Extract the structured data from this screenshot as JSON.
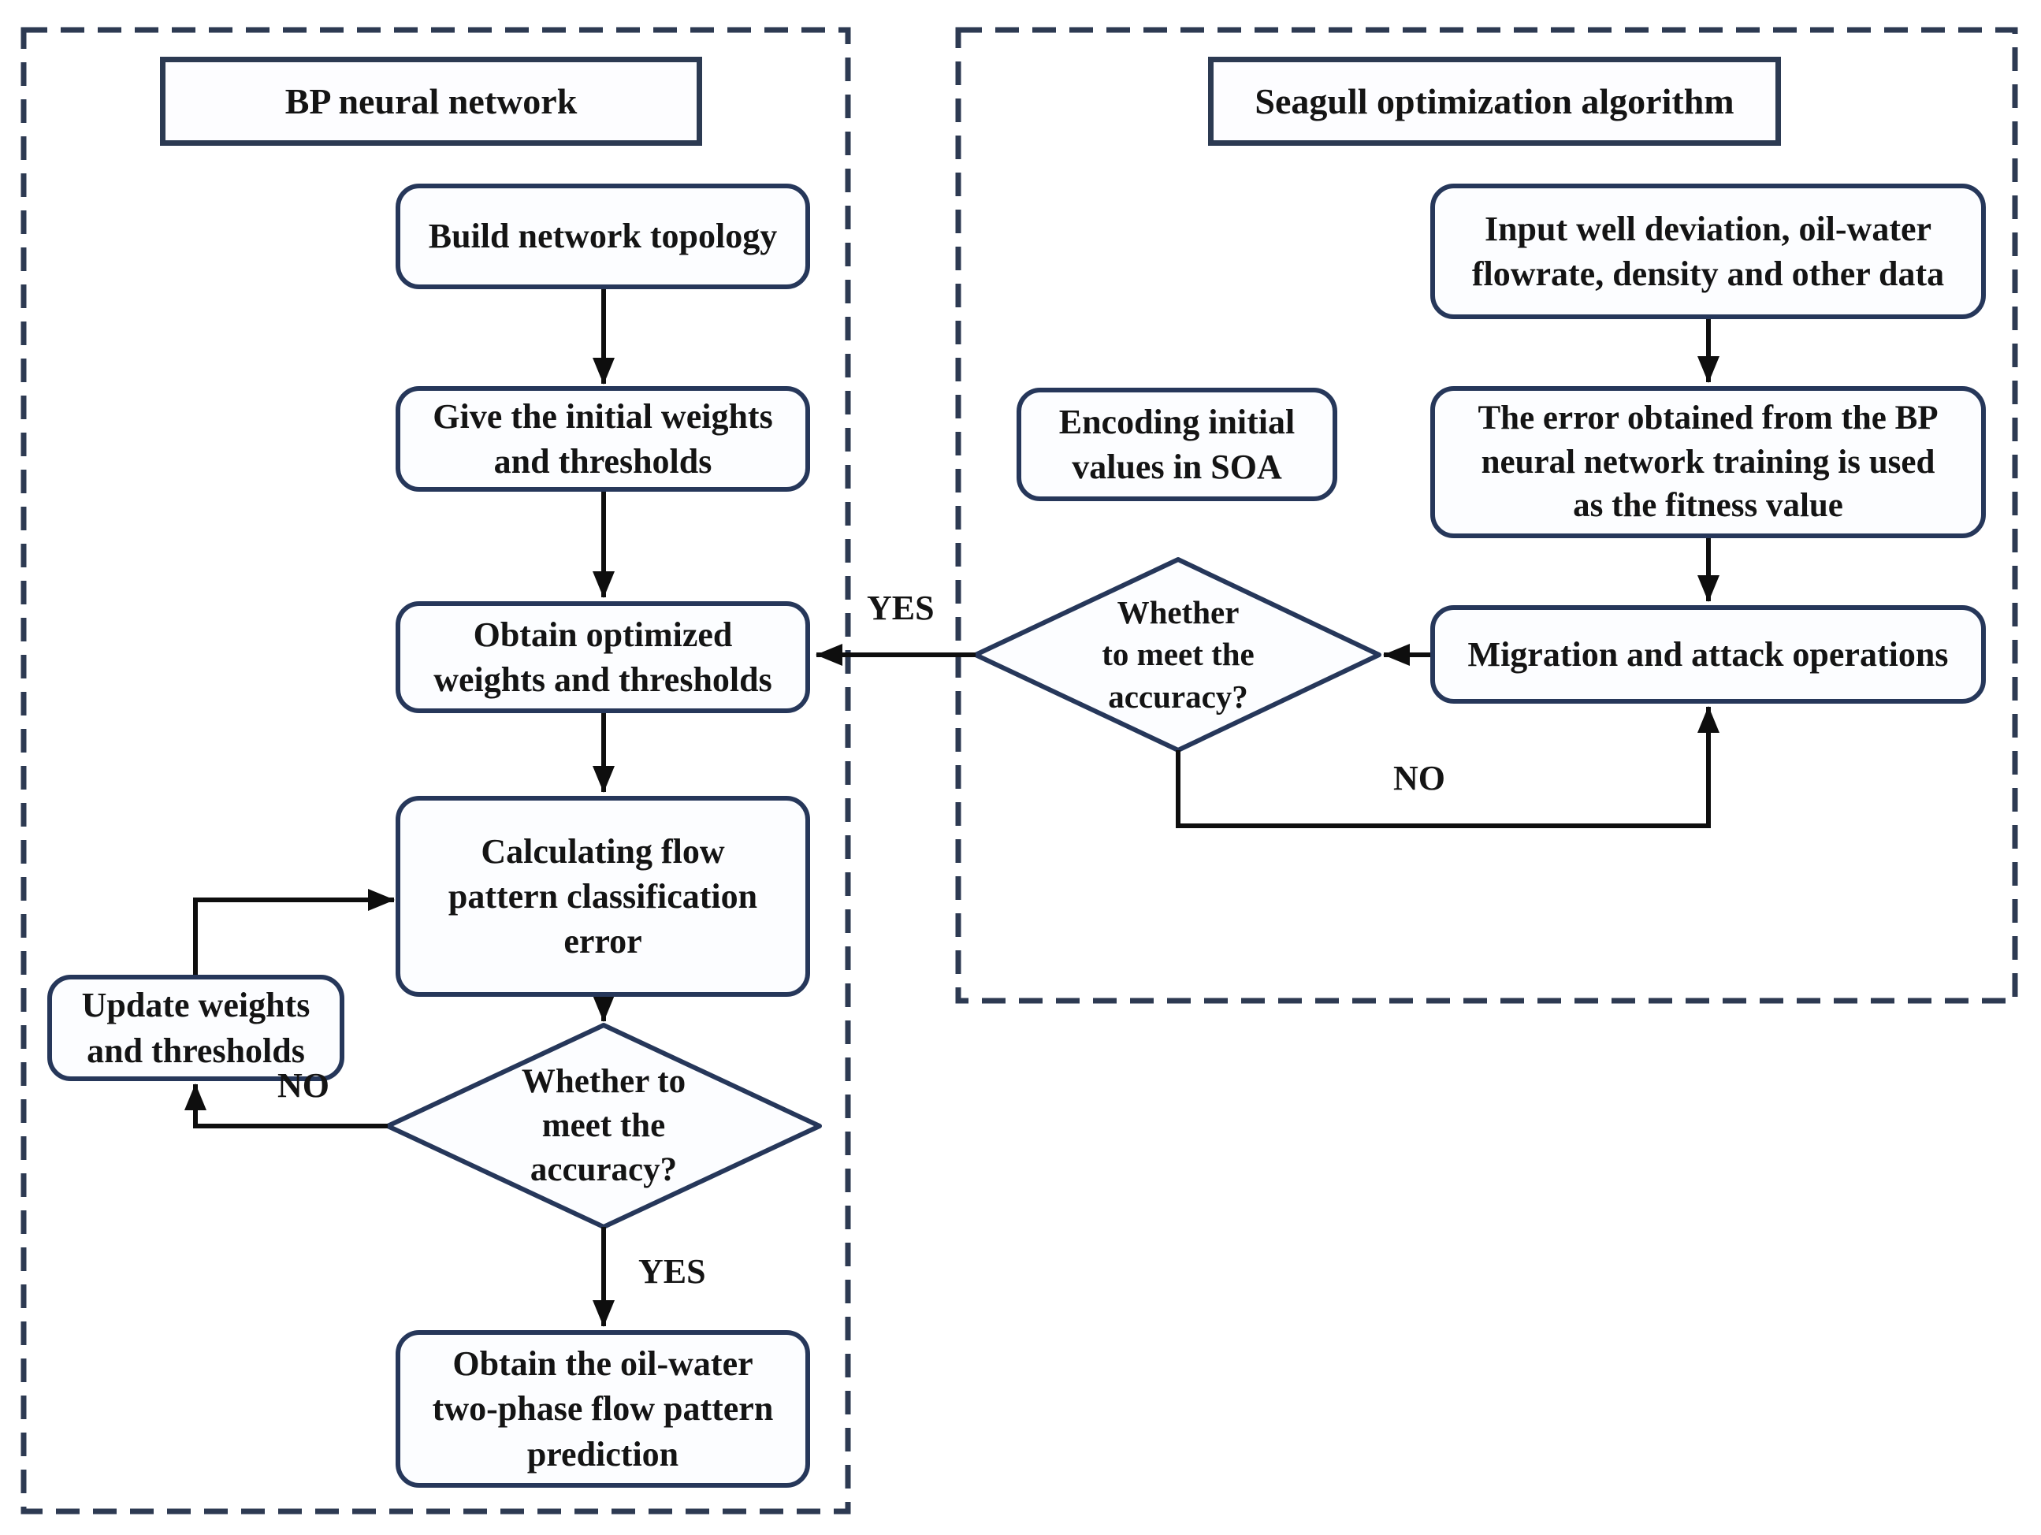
{
  "colors": {
    "box_border": "#26375a",
    "panel_border": "#2d3a52",
    "arrow": "#0e0e0e",
    "box_fill": "#fcfdff",
    "text": "#141414"
  },
  "bp_panel": {
    "title": "BP neural network",
    "nodes": {
      "build": "Build network topology",
      "give": "Give the initial weights\nand thresholds",
      "obtain": "Obtain optimized\nweights and thresholds",
      "calc": "Calculating flow\npattern classification\nerror",
      "decision": "Whether to\nmeet the\naccuracy?",
      "update": "Update weights\nand thresholds",
      "predict": "Obtain the oil-water\ntwo-phase flow pattern\nprediction"
    },
    "edge_labels": {
      "yes": "YES",
      "no": "NO"
    }
  },
  "soa_panel": {
    "title": "Seagull optimization algorithm",
    "nodes": {
      "input": "Input well deviation, oil-water\nflowrate, density and other data",
      "encoding": "Encoding initial\nvalues in SOA",
      "fitness": "The error obtained from the BP\nneural network training is used\nas the fitness value",
      "migration": "Migration and attack operations",
      "decision": "Whether\nto meet the\naccuracy?"
    },
    "edge_labels": {
      "yes": "YES",
      "no": "NO"
    }
  }
}
